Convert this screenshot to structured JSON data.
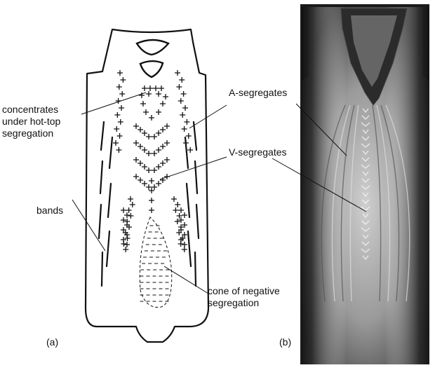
{
  "panels": {
    "a": {
      "label": "(a)",
      "callouts": {
        "concentrates": [
          "concentrates",
          "under hot-top",
          "segregation"
        ],
        "a_segregates": "A-segregates",
        "v_segregates": "V-segregates",
        "bands": "bands",
        "cone": [
          "cone of negative",
          "segregation"
        ]
      }
    },
    "b": {
      "label": "(b)"
    }
  }
}
